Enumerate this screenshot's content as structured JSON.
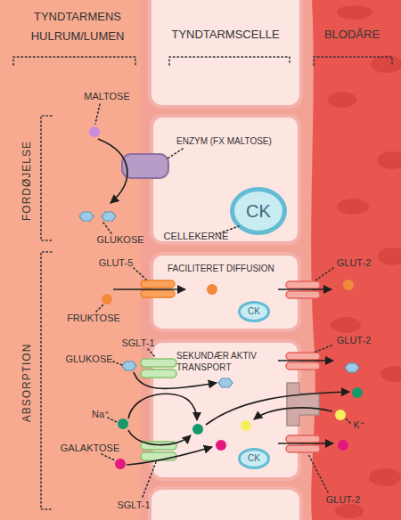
{
  "diagram": {
    "nodes": [
      {
        "text": [
          "ENZYM (FX MALTOSE)"
        ]
      },
      {
        "text": [
          "CK"
        ],
        "in": 0
      },
      {
        "text": [
          "FACILITERET DIFFUSION"
        ]
      },
      {
        "text": [
          "CK"
        ],
        "in": 2
      },
      {
        "text": [
          "SEKUNDÆR AKTIV TRANSPORT"
        ]
      },
      {
        "text": [
          "CK"
        ],
        "in": 4
      }
    ],
    "labels": [
      "TYNDTARMENS HULRUM/LUMEN",
      "TYNDTARMSCELLE",
      "BLODÅRE",
      "FORDØJELSE",
      "ABSORPTION",
      "MALTOSE",
      "GLUKOSE",
      "CELLEKERNE",
      "GLUT-5",
      "GLUT-2",
      "FRUKTOSE",
      "SGLT-1",
      "GLUKOSE",
      "Na⁺",
      "K⁺",
      "GALAKTOSE",
      "GLUT-2",
      "GLUT-2",
      "SGLT-1"
    ]
  }
}
